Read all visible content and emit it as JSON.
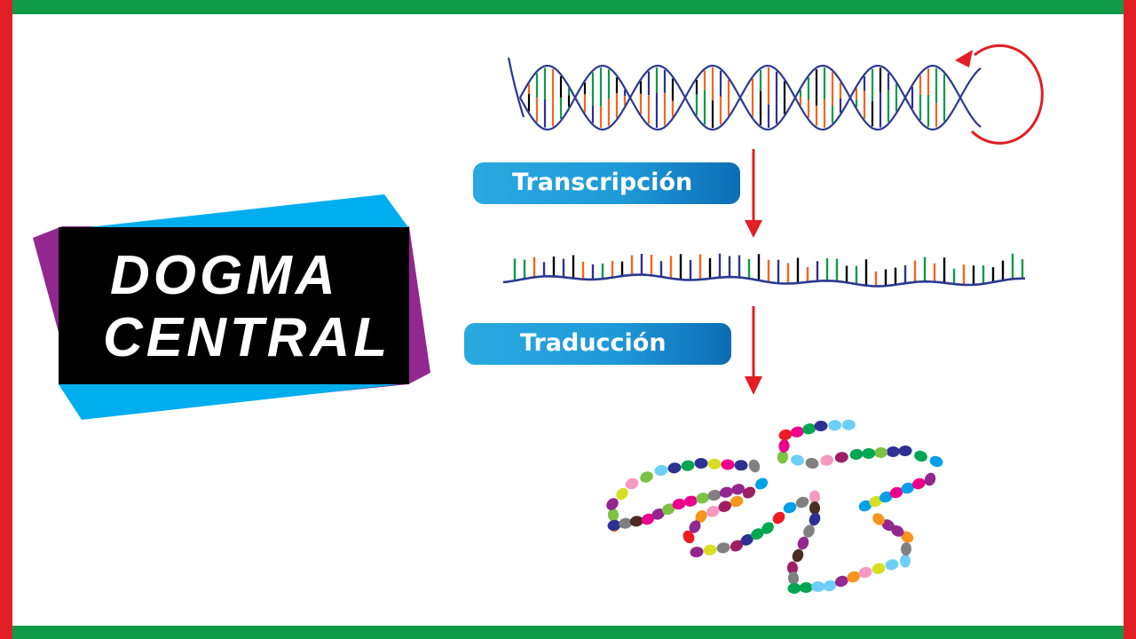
{
  "title": {
    "line1": "DOGMA",
    "line2": "CENTRAL"
  },
  "steps": {
    "transcription": "Transcripción",
    "translation": "Traducción"
  },
  "colors": {
    "border_green": "#0e9a48",
    "border_red": "#e31e24",
    "title_bg": "#000000",
    "title_blue": "#00aeef",
    "title_purple": "#92278f",
    "strand": "#2b3990",
    "arrow": "#e31e24",
    "bases": [
      "#0e9a48",
      "#f26522",
      "#000000",
      "#2e3192"
    ],
    "beads": [
      "#7dc242",
      "#92278f",
      "#ed1c24",
      "#2e3192",
      "#00a651",
      "#f7941d",
      "#ec008c",
      "#6dcff6",
      "#808080",
      "#4b2c20",
      "#d7df23",
      "#f49ac1",
      "#00a0e9",
      "#9e1f63"
    ]
  }
}
